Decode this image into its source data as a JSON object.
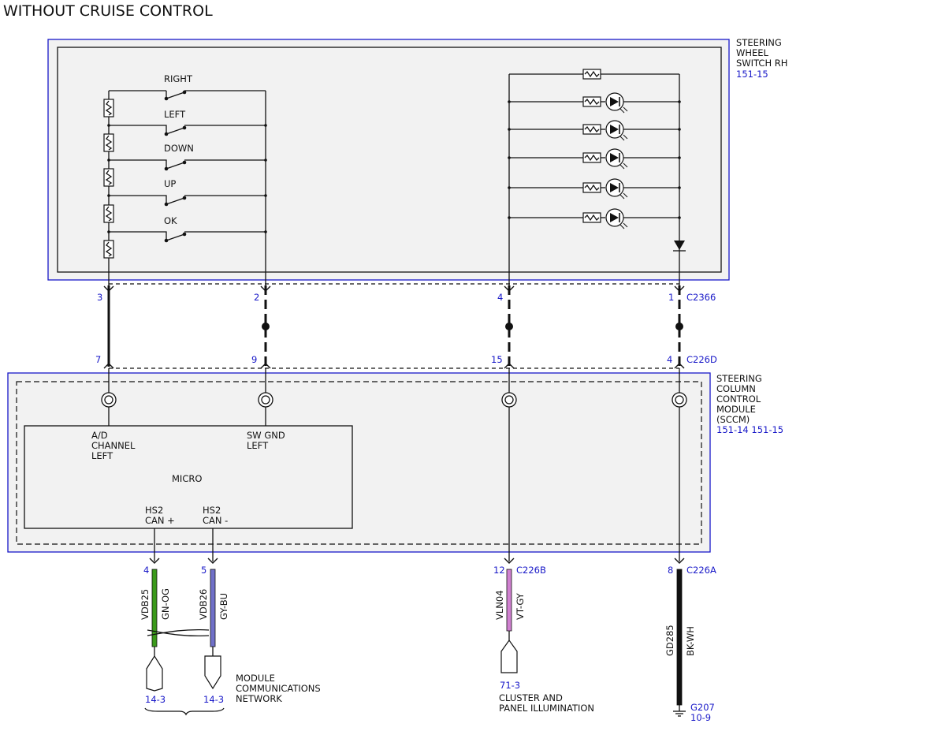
{
  "title": "WITHOUT CRUISE CONTROL",
  "components": {
    "switch_rh": {
      "name": [
        "STEERING",
        "WHEEL",
        "SWITCH RH"
      ],
      "ref": "151-15"
    },
    "sccm": {
      "name": [
        "STEERING",
        "COLUMN",
        "CONTROL",
        "MODULE",
        "(SCCM)"
      ],
      "ref": "151-14  151-15"
    },
    "micro": {
      "label": "MICRO"
    }
  },
  "switches": [
    "RIGHT",
    "LEFT",
    "DOWN",
    "UP",
    "OK"
  ],
  "internal_labels": {
    "ad_channel": [
      "A/D",
      "CHANNEL",
      "LEFT"
    ],
    "sw_gnd": [
      "SW GND",
      "LEFT"
    ],
    "hs2_can_plus": [
      "HS2",
      "CAN +"
    ],
    "hs2_can_minus": [
      "HS2",
      "CAN -"
    ]
  },
  "connectors": {
    "c2366": {
      "id": "C2366",
      "pins": [
        "3",
        "2",
        "4",
        "1"
      ]
    },
    "c226d": {
      "id": "C226D",
      "pins": [
        "7",
        "9",
        "15",
        "4"
      ]
    },
    "c226b": {
      "id": "C226B",
      "pin": "12"
    },
    "c226a": {
      "id": "C226A",
      "pin": "8"
    },
    "can_pins": [
      "4",
      "5"
    ]
  },
  "circuits": [
    {
      "circuit": "VDB25",
      "color": "GN-OG",
      "hex": "#3a9a1a"
    },
    {
      "circuit": "VDB26",
      "color": "GY-BU",
      "hex": "#7070c8"
    },
    {
      "circuit": "VLN04",
      "color": "VT-GY",
      "hex": "#d080d0"
    },
    {
      "circuit": "GD285",
      "color": "BK-WH",
      "hex": "#111111"
    }
  ],
  "references": {
    "mcn_left": "14-3",
    "mcn_right": "14-3",
    "mcn_label": [
      "MODULE",
      "COMMUNICATIONS",
      "NETWORK"
    ],
    "cluster_ref": "71-3",
    "cluster_label": [
      "CLUSTER AND",
      "PANEL ILLUMINATION"
    ],
    "ground": "G207",
    "ground_ref": "10-9"
  },
  "colors": {
    "blue_outline": "#1818c8",
    "box_fill": "#f2f2f2"
  }
}
